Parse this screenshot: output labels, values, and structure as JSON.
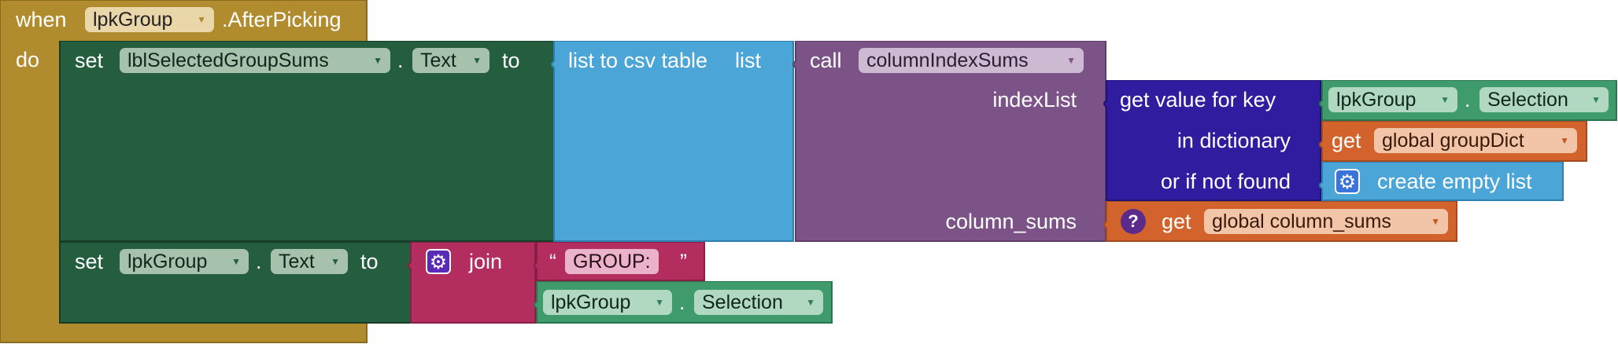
{
  "event": {
    "when": "when",
    "component": "lpkGroup",
    "event_name": ".AfterPicking",
    "do": "do"
  },
  "set1": {
    "set": "set",
    "component": "lblSelectedGroupSums",
    "dot": ".",
    "property": "Text",
    "to": "to"
  },
  "csv": {
    "label": "list to csv table",
    "param": "list"
  },
  "call": {
    "call": "call",
    "procedure": "columnIndexSums",
    "param_index": "indexList",
    "param_sums": "column_sums"
  },
  "dict_get": {
    "label": "get value for key",
    "in_dictionary": "in dictionary",
    "not_found": "or if not found"
  },
  "selection1": {
    "component": "lpkGroup",
    "dot": ".",
    "property": "Selection"
  },
  "get_dict": {
    "get": "get",
    "var": "global groupDict"
  },
  "empty_list": {
    "label": "create empty list"
  },
  "get_sums": {
    "get": "get",
    "var": "global column_sums"
  },
  "set2": {
    "set": "set",
    "component": "lpkGroup",
    "dot": ".",
    "property": "Text",
    "to": "to"
  },
  "join": {
    "label": "join"
  },
  "text_str": {
    "open_quote": "“",
    "value": "GROUP:",
    "close_quote": "”"
  },
  "selection2": {
    "component": "lpkGroup",
    "dot": ".",
    "property": "Selection"
  },
  "colors": {
    "event": "#B18C2E",
    "set_component": "#245E3F",
    "csv": "#4BA5D7",
    "procedure": "#7C5387",
    "dictionary": "#2F1C9F",
    "component_getter": "#3F9B6C",
    "variable": "#D3632C",
    "text": "#B32D5E"
  }
}
